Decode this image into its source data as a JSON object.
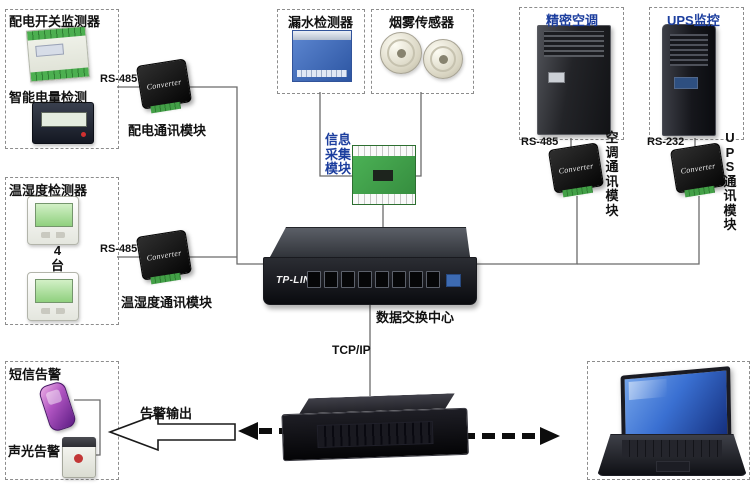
{
  "sections": {
    "power": {
      "title": "配电开关监测器",
      "meter_label": "智能电量检测",
      "bus_label": "RS-485",
      "module_label": "配电通讯模块"
    },
    "temp_humidity": {
      "title": "温湿度检测器",
      "count_label": "4台",
      "bus_label": "RS-485",
      "module_label": "温湿度通讯模块"
    },
    "leak": {
      "title": "漏水检测器"
    },
    "smoke": {
      "title": "烟雾传感器"
    },
    "info_module": {
      "title": "信息采集模块"
    },
    "ac": {
      "title": "精密空调",
      "bus_label": "RS-485",
      "module_label": "空调通讯模块"
    },
    "ups": {
      "title": "UPS监控",
      "bus_label": "RS-232",
      "module_label": "UPS通讯模块"
    },
    "switch": {
      "brand": "TP-LINK",
      "label": "数据交换中心",
      "protocol_label": "TCP/IP"
    },
    "alarm": {
      "sms_label": "短信告警",
      "sound_label": "声光告警",
      "output_label": "告警输出"
    }
  },
  "device_text": {
    "converter": "Converter"
  },
  "colors": {
    "label_blue": "#1c3e9e",
    "line_gray": "#6b6b6b",
    "dashed_border": "#8d8d8d",
    "arrow_black": "#0d0d0d",
    "arrow_white": "#ffffff"
  }
}
